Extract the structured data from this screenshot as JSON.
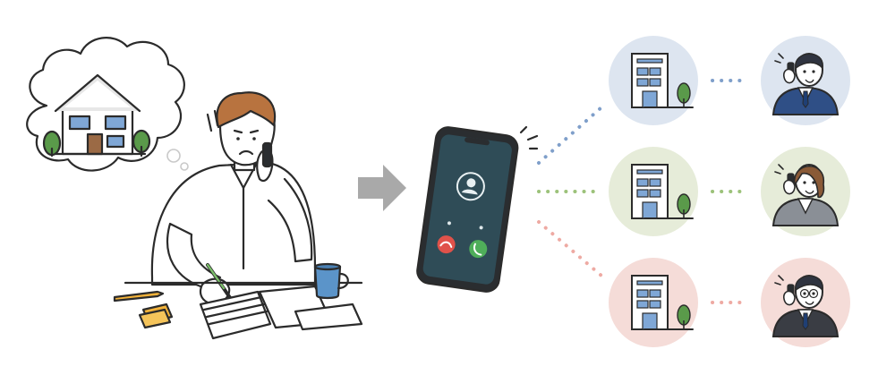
{
  "colors": {
    "background": "#ffffff",
    "ink": "#2b2b2b",
    "arrow": "#a9a9a9",
    "phone_body": "#2a2d30",
    "phone_screen": "#2f4c57",
    "decline": "#e0524a",
    "accept": "#4fae5a",
    "company_1_bg": "#dde5f0",
    "company_2_bg": "#e6ecd9",
    "company_3_bg": "#f5dcd8",
    "dots_blue": "#7f9fca",
    "dots_green": "#9cc27a",
    "dots_red": "#eeaaa3",
    "hair_brown": "#b8733f",
    "window_blue": "#7fa7d6",
    "tree_green": "#5a9a4a",
    "mug_blue": "#5b94c9",
    "sticky_note": "#f2b23a"
  },
  "icons": {
    "thought_bubble": "thought-bubble-house-icon",
    "arrow": "arrow-right-icon",
    "phone": "smartphone-incoming-call-icon",
    "contact": "user-avatar-icon",
    "decline": "phone-decline-icon",
    "accept": "phone-accept-icon",
    "building": "office-building-icon",
    "agent": "agent-on-phone-icon"
  },
  "companies": [
    {
      "id": "company-1",
      "bg": "#dde5f0",
      "dots": "#7f9fca",
      "agent": "male-agent",
      "hair": "#2f3440",
      "suit": "#2f4f86"
    },
    {
      "id": "company-2",
      "bg": "#e6ecd9",
      "dots": "#9cc27a",
      "agent": "female-agent",
      "hair": "#8a5a37",
      "suit": "#8a8f96"
    },
    {
      "id": "company-3",
      "bg": "#f5dcd8",
      "dots": "#eeaaa3",
      "agent": "glasses-agent",
      "hair": "#2f3440",
      "suit": "#3a3d44"
    }
  ]
}
